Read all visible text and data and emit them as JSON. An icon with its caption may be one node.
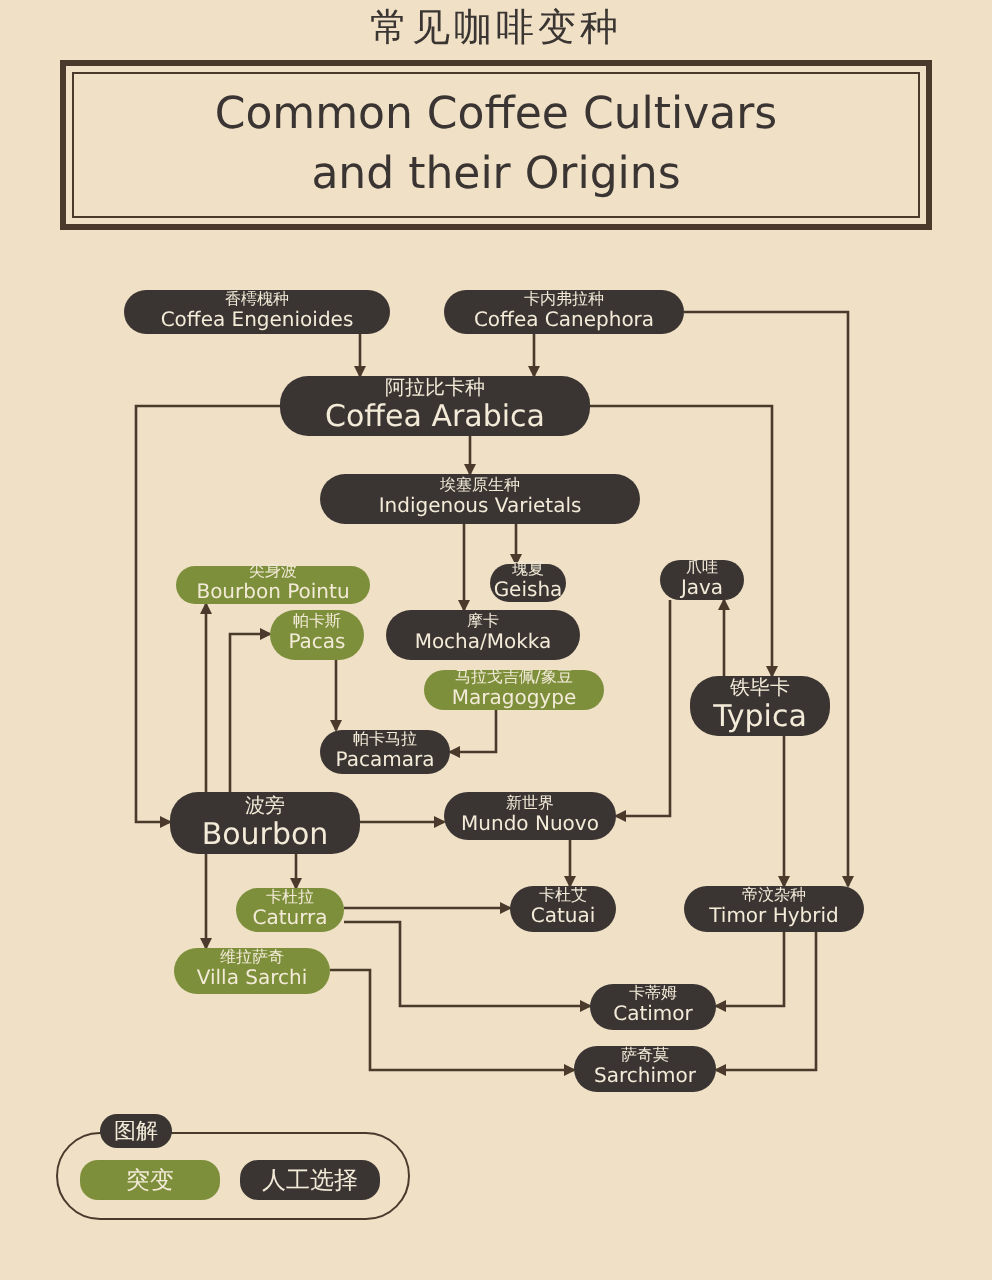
{
  "diagram": {
    "title": "常见咖啡变种",
    "nodes": [
      {
        "text": [
          "Common Coffee Cultivars and their Origins"
        ]
      },
      {
        "text": [
          "香樗槐种",
          "Coffea Engenioides"
        ]
      },
      {
        "text": [
          "卡内弗拉种",
          "Coffea Canephora"
        ]
      },
      {
        "text": [
          "阿拉比卡种",
          "Coffea Arabica"
        ]
      },
      {
        "text": [
          "埃塞原生种",
          "Indigenous Varietals"
        ]
      },
      {
        "text": [
          "尖身波",
          "Bourbon Pointu"
        ]
      },
      {
        "text": [
          "瑰夏",
          "Geisha"
        ]
      },
      {
        "text": [
          "爪哇",
          "Java"
        ]
      },
      {
        "text": [
          "帕卡斯",
          "Pacas"
        ]
      },
      {
        "text": [
          "摩卡",
          "Mocha/Mokka"
        ]
      },
      {
        "text": [
          "马拉戈吉佩/象豆",
          "Maragogype"
        ]
      },
      {
        "text": [
          "铁毕卡",
          "Typica"
        ]
      },
      {
        "text": [
          "帕卡马拉",
          "Pacamara"
        ]
      },
      {
        "text": [
          "波旁",
          "Bourbon"
        ]
      },
      {
        "text": [
          "新世界",
          "Mundo Nuovo"
        ]
      },
      {
        "text": [
          "卡杜拉",
          "Caturra"
        ]
      },
      {
        "text": [
          "卡杜艾",
          "Catuai"
        ]
      },
      {
        "text": [
          "帝汶杂种",
          "Timor Hybrid"
        ]
      },
      {
        "text": [
          "维拉萨奇",
          "Villa Sarchi"
        ]
      },
      {
        "text": [
          "卡蒂姆",
          "Catimor"
        ]
      },
      {
        "text": [
          "萨奇莫",
          "Sarchimor"
        ]
      }
    ],
    "edges": [
      {
        "from": 1,
        "to": 3,
        "arrow": "to"
      },
      {
        "from": 2,
        "to": 3,
        "arrow": "to"
      },
      {
        "from": 3,
        "to": 4,
        "arrow": "to"
      },
      {
        "from": 3,
        "to": 13,
        "arrow": "to"
      },
      {
        "from": 3,
        "to": 11,
        "arrow": "to"
      },
      {
        "from": 2,
        "to": 17,
        "arrow": "to"
      },
      {
        "from": 4,
        "to": 6,
        "arrow": "to"
      },
      {
        "from": 4,
        "to": 9,
        "arrow": "to"
      },
      {
        "from": 11,
        "to": 7,
        "arrow": "to"
      },
      {
        "from": 7,
        "to": 14,
        "arrow": "to"
      },
      {
        "from": 13,
        "to": 5,
        "arrow": "to"
      },
      {
        "from": 13,
        "to": 8,
        "arrow": "to"
      },
      {
        "from": 8,
        "to": 12,
        "arrow": "to"
      },
      {
        "from": 10,
        "to": 12,
        "arrow": "to"
      },
      {
        "from": 13,
        "to": 14,
        "arrow": "to"
      },
      {
        "from": 13,
        "to": 15,
        "arrow": "to"
      },
      {
        "from": 13,
        "to": 18,
        "arrow": "to"
      },
      {
        "from": 14,
        "to": 16,
        "arrow": "to"
      },
      {
        "from": 15,
        "to": 16,
        "arrow": "to"
      },
      {
        "from": 11,
        "to": 17,
        "arrow": "to"
      },
      {
        "from": 15,
        "to": 19,
        "arrow": "to"
      },
      {
        "from": 17,
        "to": 19,
        "arrow": "to"
      },
      {
        "from": 18,
        "to": 20,
        "arrow": "to"
      },
      {
        "from": 17,
        "to": 20,
        "arrow": "to"
      }
    ],
    "labels": [
      "图解"
    ],
    "legend": [
      {
        "text": "突变",
        "color": "#7d8f3a"
      },
      {
        "text": "人工选择",
        "color": "#3a3532"
      }
    ]
  }
}
